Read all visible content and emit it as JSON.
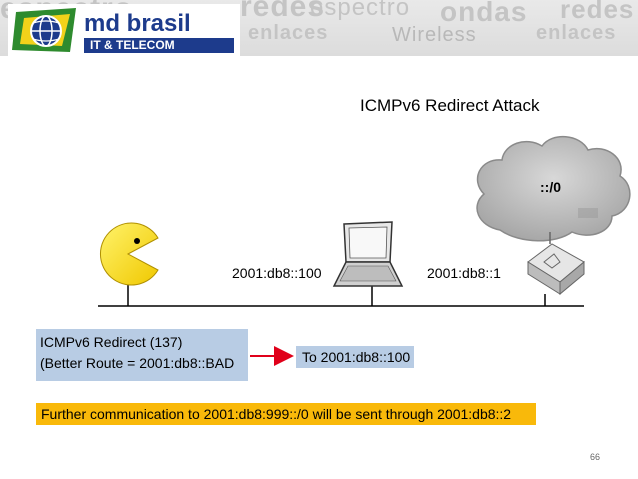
{
  "banner": {
    "words": [
      "espectro",
      "redes",
      "espectro",
      "ondas",
      "redes",
      "enlaces",
      "Wireless",
      "enlaces"
    ],
    "logo_title": "md brasil",
    "logo_subtitle": "IT & TELECOM"
  },
  "slide": {
    "title": "ICMPv6 Redirect Attack",
    "cloud_label": "::/0",
    "victim_address": "2001:db8::100",
    "router_address": "2001:db8::1",
    "redirect_line1": "ICMPv6 Redirect (137)",
    "redirect_line2": "(Better Route = 2001:db8::BAD",
    "to_label": "To 2001:db8::100",
    "further_text": "Further communication to 2001:db8:999::/0 will be sent through 2001:db8::2",
    "page_number": "66"
  },
  "colors": {
    "box_blue": "#b8cce4",
    "box_orange": "#f9b90a",
    "arrow_red": "#e0001a",
    "pacman_yellow": "#ffe800",
    "logo_blue": "#1d3b8c",
    "logo_green": "#2e8b2e"
  }
}
